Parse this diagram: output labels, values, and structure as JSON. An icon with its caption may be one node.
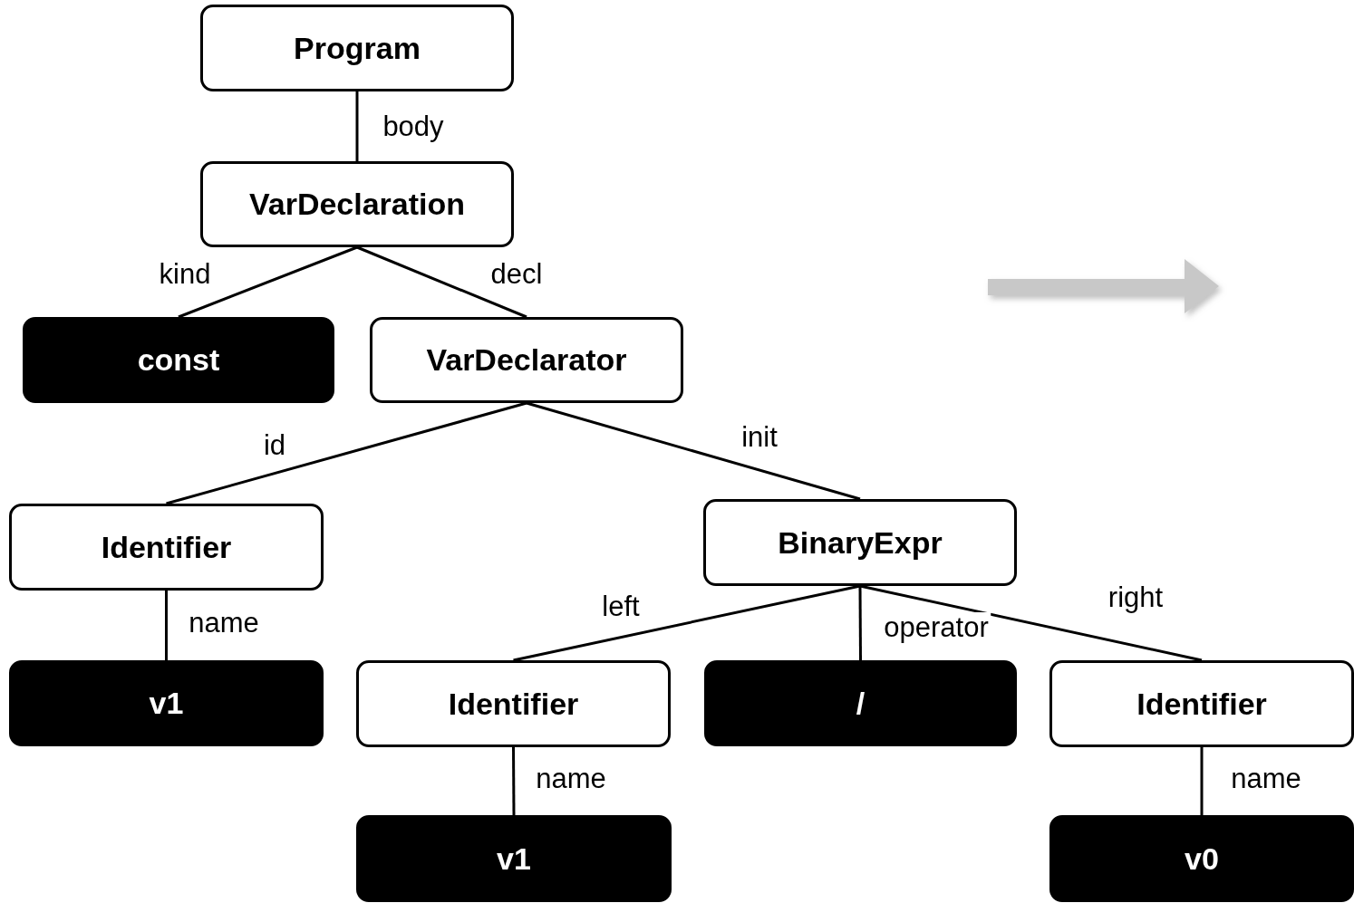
{
  "diagram": {
    "nodes": [
      {
        "text": [
          "Program"
        ]
      },
      {
        "text": [
          "VarDeclaration"
        ]
      },
      {
        "text": [
          "const"
        ]
      },
      {
        "text": [
          "VarDeclarator"
        ]
      },
      {
        "text": [
          "Identifier"
        ]
      },
      {
        "text": [
          "BinaryExpr"
        ]
      },
      {
        "text": [
          "v1"
        ]
      },
      {
        "text": [
          "Identifier"
        ]
      },
      {
        "text": [
          "/"
        ]
      },
      {
        "text": [
          "Identifier"
        ]
      },
      {
        "text": [
          "v1"
        ]
      },
      {
        "text": [
          "v0"
        ]
      }
    ],
    "edges": [
      {
        "from": 0,
        "to": 1,
        "arrow": "none",
        "label": "body"
      },
      {
        "from": 1,
        "to": 2,
        "arrow": "none",
        "label": "kind"
      },
      {
        "from": 1,
        "to": 3,
        "arrow": "none",
        "label": "decl"
      },
      {
        "from": 3,
        "to": 4,
        "arrow": "none",
        "label": "id"
      },
      {
        "from": 3,
        "to": 5,
        "arrow": "none",
        "label": "init"
      },
      {
        "from": 4,
        "to": 6,
        "arrow": "none",
        "label": "name"
      },
      {
        "from": 5,
        "to": 7,
        "arrow": "none",
        "label": "left"
      },
      {
        "from": 5,
        "to": 8,
        "arrow": "none",
        "label": "operator"
      },
      {
        "from": 5,
        "to": 9,
        "arrow": "none",
        "label": "right"
      },
      {
        "from": 7,
        "to": 10,
        "arrow": "none",
        "label": "name"
      },
      {
        "from": 9,
        "to": 11,
        "arrow": "none",
        "label": "name"
      }
    ]
  }
}
